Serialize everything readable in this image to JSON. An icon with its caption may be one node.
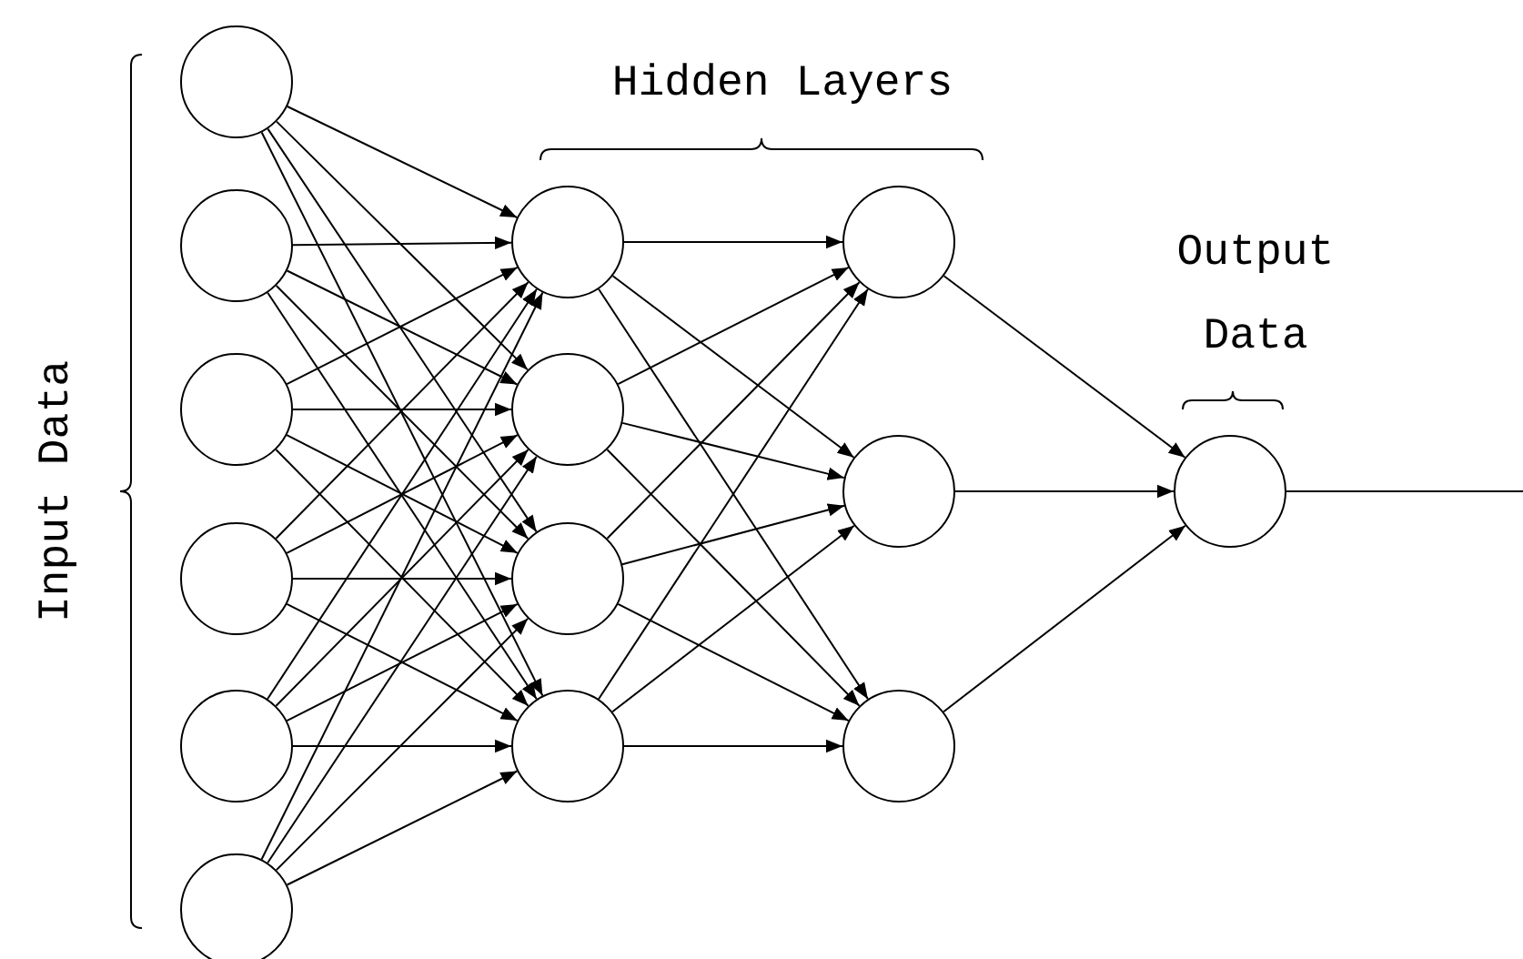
{
  "diagram": {
    "nodes": [
      {
        "text": [],
        "shape": "circle"
      },
      {
        "text": [],
        "shape": "circle"
      },
      {
        "text": [],
        "shape": "circle"
      },
      {
        "text": [],
        "shape": "circle"
      },
      {
        "text": [],
        "shape": "circle"
      },
      {
        "text": [],
        "shape": "circle"
      },
      {
        "text": [],
        "shape": "circle"
      },
      {
        "text": [],
        "shape": "circle"
      },
      {
        "text": [],
        "shape": "circle"
      },
      {
        "text": [],
        "shape": "circle"
      },
      {
        "text": [],
        "shape": "circle"
      },
      {
        "text": [],
        "shape": "circle"
      },
      {
        "text": [],
        "shape": "circle"
      },
      {
        "text": [],
        "shape": "circle"
      }
    ],
    "edges": [
      {
        "from": 0,
        "to": 6,
        "arrow": "to"
      },
      {
        "from": 0,
        "to": 7,
        "arrow": "to"
      },
      {
        "from": 0,
        "to": 8,
        "arrow": "to"
      },
      {
        "from": 0,
        "to": 9,
        "arrow": "to"
      },
      {
        "from": 1,
        "to": 6,
        "arrow": "to"
      },
      {
        "from": 1,
        "to": 7,
        "arrow": "to"
      },
      {
        "from": 1,
        "to": 8,
        "arrow": "to"
      },
      {
        "from": 1,
        "to": 9,
        "arrow": "to"
      },
      {
        "from": 2,
        "to": 6,
        "arrow": "to"
      },
      {
        "from": 2,
        "to": 7,
        "arrow": "to"
      },
      {
        "from": 2,
        "to": 8,
        "arrow": "to"
      },
      {
        "from": 2,
        "to": 9,
        "arrow": "to"
      },
      {
        "from": 3,
        "to": 6,
        "arrow": "to"
      },
      {
        "from": 3,
        "to": 7,
        "arrow": "to"
      },
      {
        "from": 3,
        "to": 8,
        "arrow": "to"
      },
      {
        "from": 3,
        "to": 9,
        "arrow": "to"
      },
      {
        "from": 4,
        "to": 6,
        "arrow": "to"
      },
      {
        "from": 4,
        "to": 7,
        "arrow": "to"
      },
      {
        "from": 4,
        "to": 8,
        "arrow": "to"
      },
      {
        "from": 4,
        "to": 9,
        "arrow": "to"
      },
      {
        "from": 5,
        "to": 6,
        "arrow": "to"
      },
      {
        "from": 5,
        "to": 7,
        "arrow": "to"
      },
      {
        "from": 5,
        "to": 8,
        "arrow": "to"
      },
      {
        "from": 5,
        "to": 9,
        "arrow": "to"
      },
      {
        "from": 6,
        "to": 10,
        "arrow": "to"
      },
      {
        "from": 6,
        "to": 11,
        "arrow": "to"
      },
      {
        "from": 6,
        "to": 12,
        "arrow": "to"
      },
      {
        "from": 7,
        "to": 10,
        "arrow": "to"
      },
      {
        "from": 7,
        "to": 11,
        "arrow": "to"
      },
      {
        "from": 7,
        "to": 12,
        "arrow": "to"
      },
      {
        "from": 8,
        "to": 10,
        "arrow": "to"
      },
      {
        "from": 8,
        "to": 11,
        "arrow": "to"
      },
      {
        "from": 8,
        "to": 12,
        "arrow": "to"
      },
      {
        "from": 9,
        "to": 10,
        "arrow": "to"
      },
      {
        "from": 9,
        "to": 11,
        "arrow": "to"
      },
      {
        "from": 9,
        "to": 12,
        "arrow": "to"
      },
      {
        "from": 10,
        "to": 13,
        "arrow": "to"
      },
      {
        "from": 11,
        "to": 13,
        "arrow": "to"
      },
      {
        "from": 12,
        "to": 13,
        "arrow": "to"
      },
      {
        "from": 13,
        "to": null,
        "arrow": "none"
      }
    ],
    "labels": [
      "Hidden Layers",
      "Input Data",
      "Output Data"
    ]
  }
}
